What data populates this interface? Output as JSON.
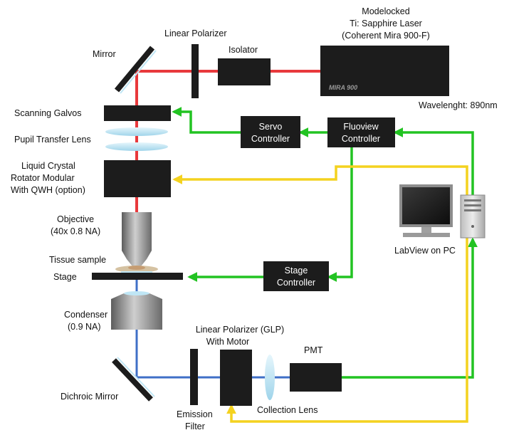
{
  "labels": {
    "mirror": "Mirror",
    "linear_polarizer": "Linear Polarizer",
    "isolator": "Isolator",
    "laser_line1": "Modelocked",
    "laser_line2": "Ti: Sapphire Laser",
    "laser_line3": "(Coherent Mira 900-F)",
    "laser_badge": "MIRA 900",
    "wavelength": "Wavelenght: 890nm",
    "scanning_galvos": "Scanning Galvos",
    "pupil_transfer_lens": "Pupil Transfer Lens",
    "lc_line1": "Liquid Crystal",
    "lc_line2": "Rotator Modular",
    "lc_line3": "With QWH (option)",
    "objective_line1": "Objective",
    "objective_line2": "(40x 0.8 NA)",
    "tissue_sample": "Tissue sample",
    "stage": "Stage",
    "condenser_line1": "Condenser",
    "condenser_line2": "(0.9 NA)",
    "dichroic_mirror": "Dichroic Mirror",
    "emission_line1": "Emission",
    "emission_line2": "Filter",
    "glp_line1": "Linear Polarizer (GLP)",
    "glp_line2": "With Motor",
    "collection_lens": "Collection Lens",
    "pmt": "PMT",
    "labview": "LabView on PC"
  },
  "boxes": {
    "servo_line1": "Servo",
    "servo_line2": "Controller",
    "fluoview_line1": "Fluoview",
    "fluoview_line2": "Controller",
    "stage_ctrl_line1": "Stage",
    "stage_ctrl_line2": "Controller"
  },
  "colors": {
    "laser_beam": "#e8393c",
    "signal_beam": "#3f6fc7",
    "control_line": "#22c322",
    "trigger_line": "#f4d21f",
    "component": "#1c1c1c",
    "lens": "#bfe6f5"
  }
}
